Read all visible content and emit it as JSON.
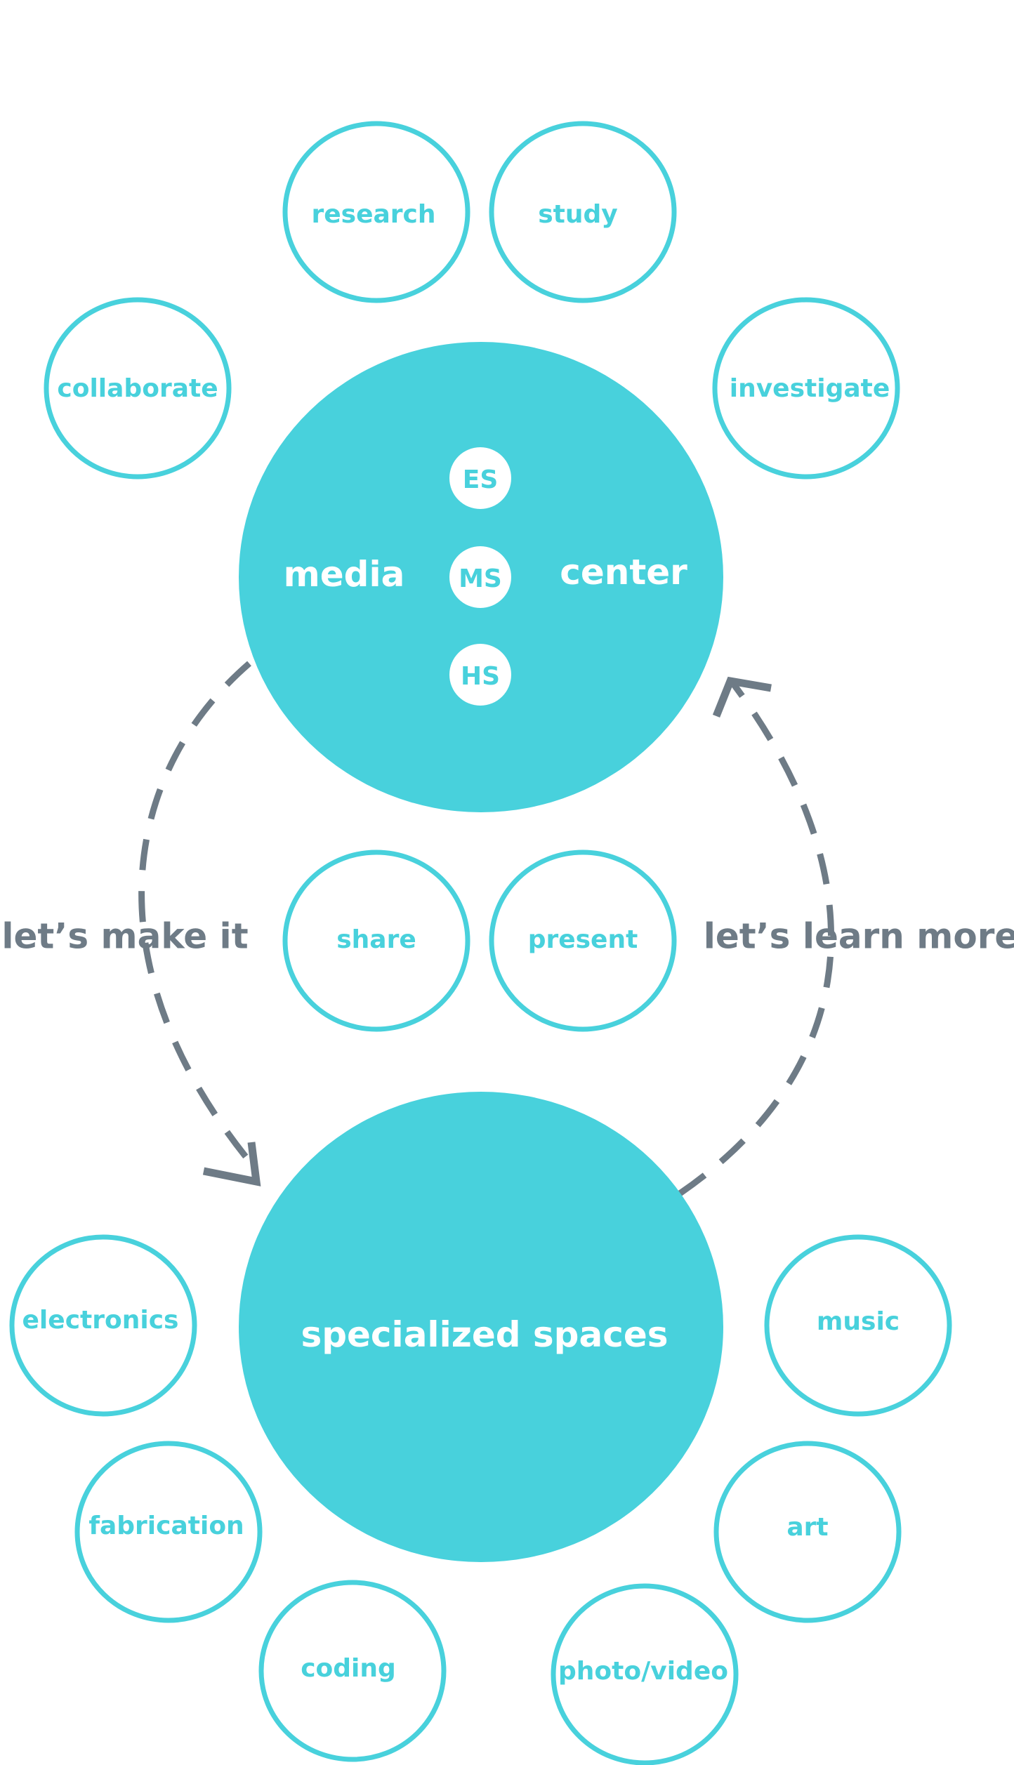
{
  "colors": {
    "accent": "#48d1dc",
    "arrow": "#6e7b86",
    "on_accent": "#ffffff",
    "background": "#ffffff"
  },
  "media_center": {
    "left_word": "media",
    "right_word": "center",
    "levels": [
      "ES",
      "MS",
      "HS"
    ]
  },
  "specialized": {
    "label": "specialized spaces"
  },
  "activities": {
    "research": "research",
    "study": "study",
    "collaborate": "collaborate",
    "investigate": "investigate",
    "share": "share",
    "present": "present"
  },
  "spaces": {
    "electronics": "electronics",
    "music": "music",
    "fabrication": "fabrication",
    "art": "art",
    "coding": "coding",
    "photo_video": "photo/video"
  },
  "arrows": {
    "left_label": "let’s make it",
    "right_label": "let’s learn more"
  }
}
